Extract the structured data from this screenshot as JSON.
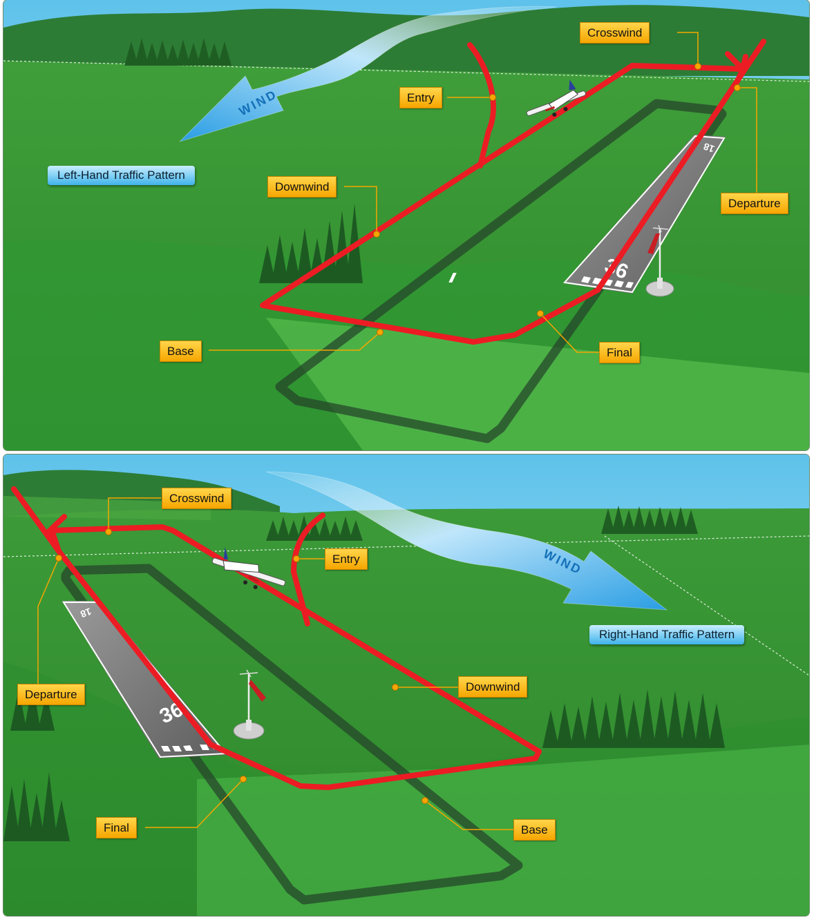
{
  "top": {
    "title": "Left-Hand Traffic Pattern",
    "wind_label": "WIND",
    "runway_number": "36",
    "runway_far_number": "18",
    "labels": {
      "crosswind": "Crosswind",
      "entry": "Entry",
      "downwind": "Downwind",
      "departure": "Departure",
      "base": "Base",
      "final": "Final"
    }
  },
  "bottom": {
    "title": "Right-Hand Traffic Pattern",
    "wind_label": "WIND",
    "runway_number": "36",
    "runway_far_number": "18",
    "labels": {
      "crosswind": "Crosswind",
      "entry": "Entry",
      "downwind": "Downwind",
      "departure": "Departure",
      "base": "Base",
      "final": "Final"
    }
  },
  "colors": {
    "pattern_line": "#ec1c24",
    "label_fill": "#fbbd16",
    "title_fill": "#6cc7f0",
    "grass": "#3aa33a",
    "wind_arrow": "#2fa8e6"
  }
}
